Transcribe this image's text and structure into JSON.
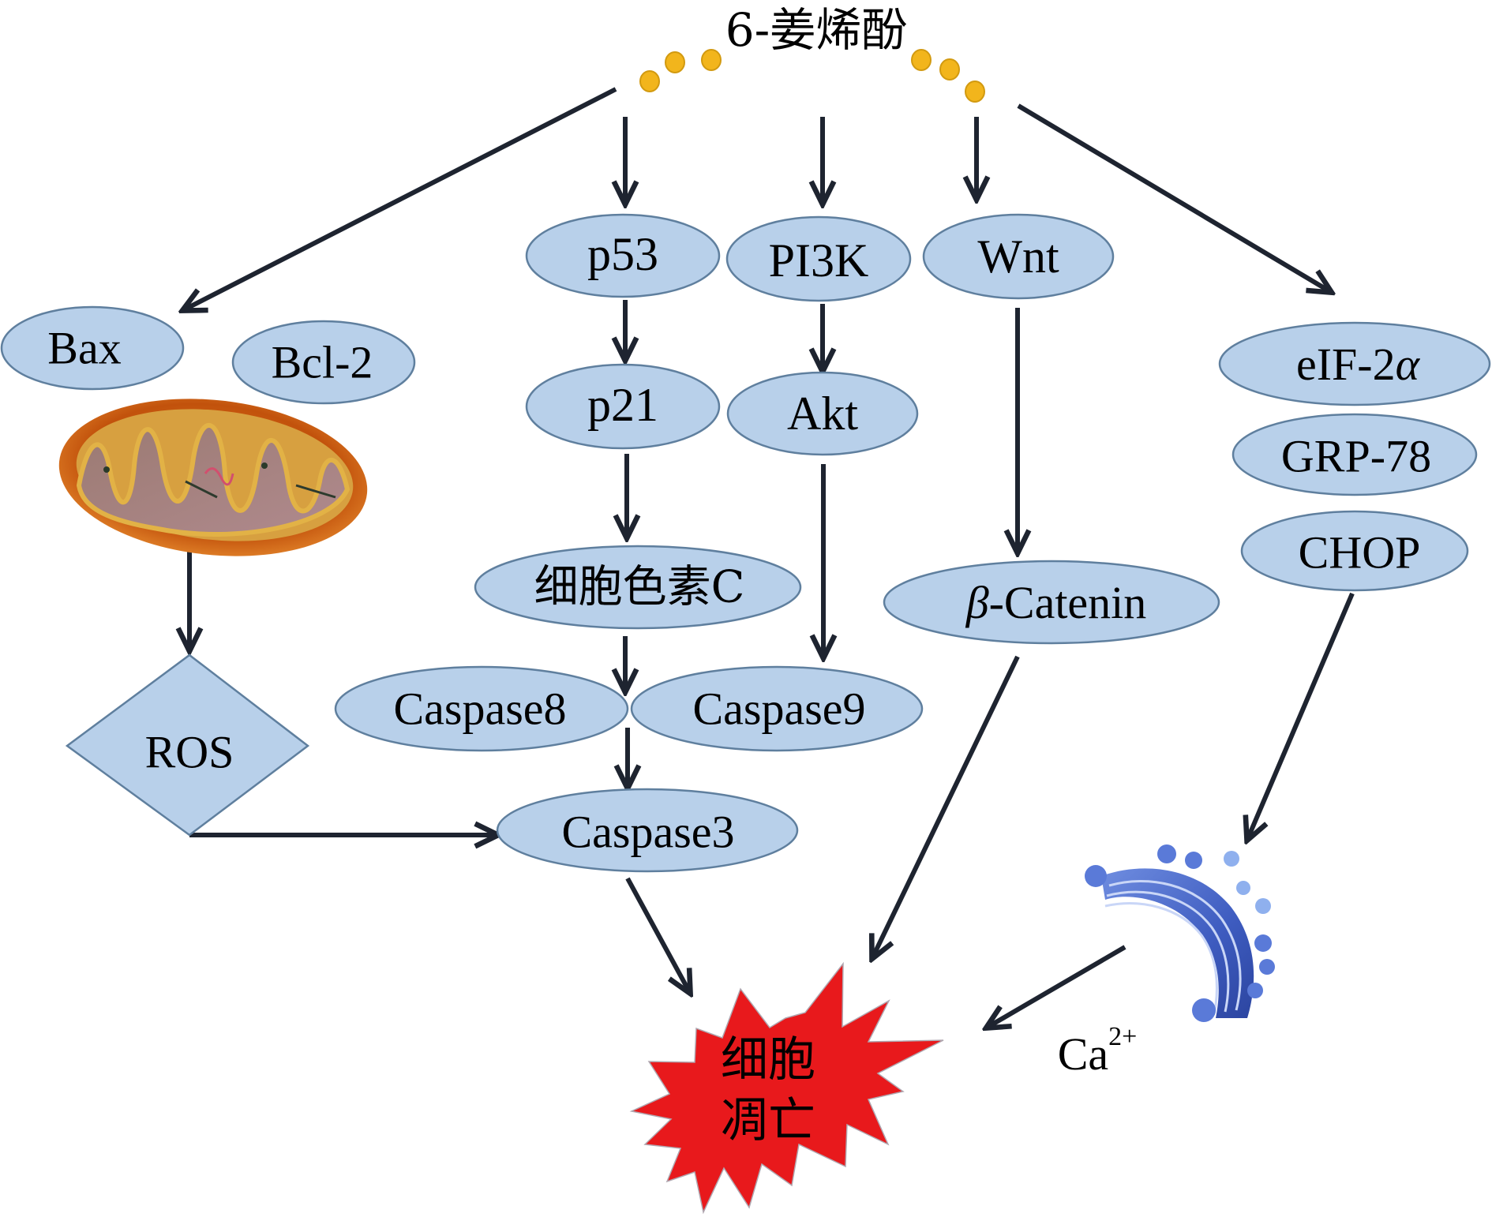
{
  "title": "6-姜烯酚",
  "colors": {
    "node_fill": "#b8d0ea",
    "node_stroke": "#5f7f9e",
    "arrow": "#1e2430",
    "compound_dots": "#f2b51c",
    "apoptosis_burst": "#e8191c"
  },
  "nodes": {
    "bax": "Bax",
    "bcl2": "Bcl-2",
    "p53": "p53",
    "pi3k": "PI3K",
    "wnt": "Wnt",
    "p21": "p21",
    "akt": "Akt",
    "cytochrome_c": "细胞色素C",
    "caspase8": "Caspase8",
    "caspase9": "Caspase9",
    "caspase3": "Caspase3",
    "beta_catenin_symbol": "β",
    "beta_catenin_rest": "-Catenin",
    "eif2a_main": "eIF-2",
    "eif2a_symbol": "α",
    "grp78": "GRP-78",
    "chop": "CHOP",
    "ros": "ROS"
  },
  "apoptosis": {
    "line1": "细胞",
    "line2": "凋亡"
  },
  "calcium": {
    "base": "Ca",
    "charge": "2+"
  },
  "images": {
    "mitochondrion": "mitochondrion",
    "golgi": "golgi-apparatus"
  },
  "edges": [
    {
      "from": "6-姜烯酚",
      "to": "Bax"
    },
    {
      "from": "6-姜烯酚",
      "to": "p53"
    },
    {
      "from": "6-姜烯酚",
      "to": "PI3K"
    },
    {
      "from": "6-姜烯酚",
      "to": "Wnt"
    },
    {
      "from": "6-姜烯酚",
      "to": "eIF-2α"
    },
    {
      "from": "p53",
      "to": "p21"
    },
    {
      "from": "p21",
      "to": "细胞色素C"
    },
    {
      "from": "细胞色素C",
      "to": "Caspase8/Caspase9"
    },
    {
      "from": "Caspase8/Caspase9",
      "to": "Caspase3"
    },
    {
      "from": "PI3K",
      "to": "Akt"
    },
    {
      "from": "Akt",
      "to": "Caspase9"
    },
    {
      "from": "Wnt",
      "to": "β-Catenin"
    },
    {
      "from": "mitochondrion",
      "to": "ROS"
    },
    {
      "from": "ROS",
      "to": "Caspase3"
    },
    {
      "from": "Caspase3",
      "to": "细胞凋亡"
    },
    {
      "from": "β-Catenin",
      "to": "细胞凋亡"
    },
    {
      "from": "CHOP",
      "to": "golgi-apparatus"
    },
    {
      "from": "golgi-apparatus",
      "to": "细胞凋亡"
    }
  ]
}
